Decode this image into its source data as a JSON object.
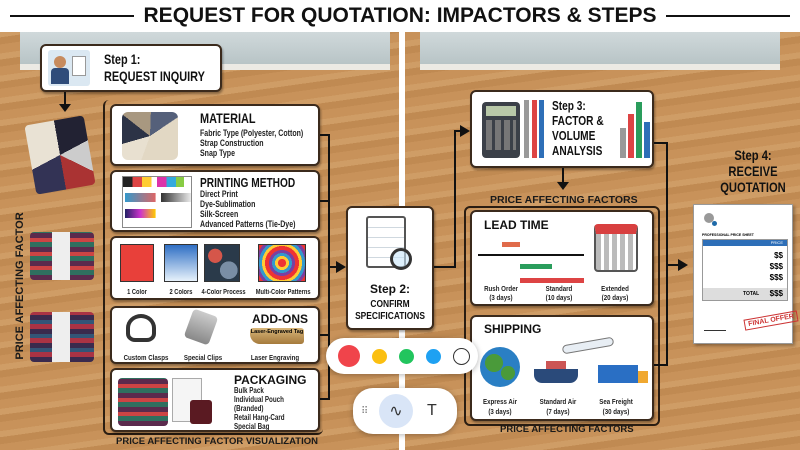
{
  "title": "REQUEST FOR QUOTATION: IMPACTORS & STEPS",
  "side_label": "PRICE AFFECTING FACTOR",
  "step1": {
    "label": "Step 1:",
    "title": "REQUEST INQUIRY"
  },
  "factors": {
    "material": {
      "title": "MATERIAL",
      "items": [
        "Fabric Type (Polyester, Cotton)",
        "Strap Construction",
        "Snap Type"
      ]
    },
    "printing": {
      "title": "PRINTING METHOD",
      "items": [
        "Direct Print",
        "Dye-Sublimation",
        "Silk-Screen",
        "Advanced Patterns (Tie-Dye)"
      ]
    },
    "colors": [
      "1 Color",
      "2 Colors",
      "4-Color Process",
      "Multi-Color Patterns"
    ],
    "addons": {
      "title": "ADD-ONS",
      "tag": "Laser-Engraved Tag",
      "items": [
        "Custom Clasps",
        "Special Clips",
        "Laser Engraving"
      ]
    },
    "packaging": {
      "title": "PACKAGING",
      "items": [
        "Bulk Pack",
        "Individual Pouch",
        "(Branded)",
        "Retail Hang-Card",
        "Special Bag"
      ]
    },
    "caption": "PRICE AFFECTING FACTOR VISUALIZATION"
  },
  "step2": {
    "label": "Step 2:",
    "title": "CONFIRM SPECIFICATIONS"
  },
  "step3": {
    "label": "Step 3:",
    "title_lines": [
      "FACTOR &",
      "VOLUME",
      "ANALYSIS"
    ]
  },
  "right_factors": {
    "heading": "PRICE AFFECTING FACTORS",
    "lead_time": {
      "title": "LEAD TIME",
      "options": [
        {
          "name": "Rush Order",
          "days": "(3 days)"
        },
        {
          "name": "Standard",
          "days": "(10 days)"
        },
        {
          "name": "Extended",
          "days": "(20 days)"
        }
      ]
    },
    "shipping": {
      "title": "SHIPPING",
      "options": [
        {
          "name": "Express Air",
          "days": "(3 days)"
        },
        {
          "name": "Standard Air",
          "days": "(7 days)"
        },
        {
          "name": "Sea Freight",
          "days": "(30 days)"
        }
      ]
    },
    "caption": "PRICE AFFECTING FACTORS"
  },
  "step4": {
    "label": "Step 4:",
    "title_lines": [
      "RECEIVE",
      "QUOTATION"
    ]
  },
  "quote_doc": {
    "heading": "PROFESSIONAL PRICE SHEET",
    "col": "PRICE",
    "prices": [
      "$$",
      "$$$",
      "$$$"
    ],
    "total_label": "TOTAL",
    "total": "$$$",
    "stamp": "FINAL OFFER"
  },
  "annotation_toolbar": {
    "colors": [
      "#f0444b",
      "#fbbf10",
      "#22c55e",
      "#1ea1f2",
      "#ffffff"
    ],
    "selected_tool": "draw",
    "text_tool": "T"
  }
}
